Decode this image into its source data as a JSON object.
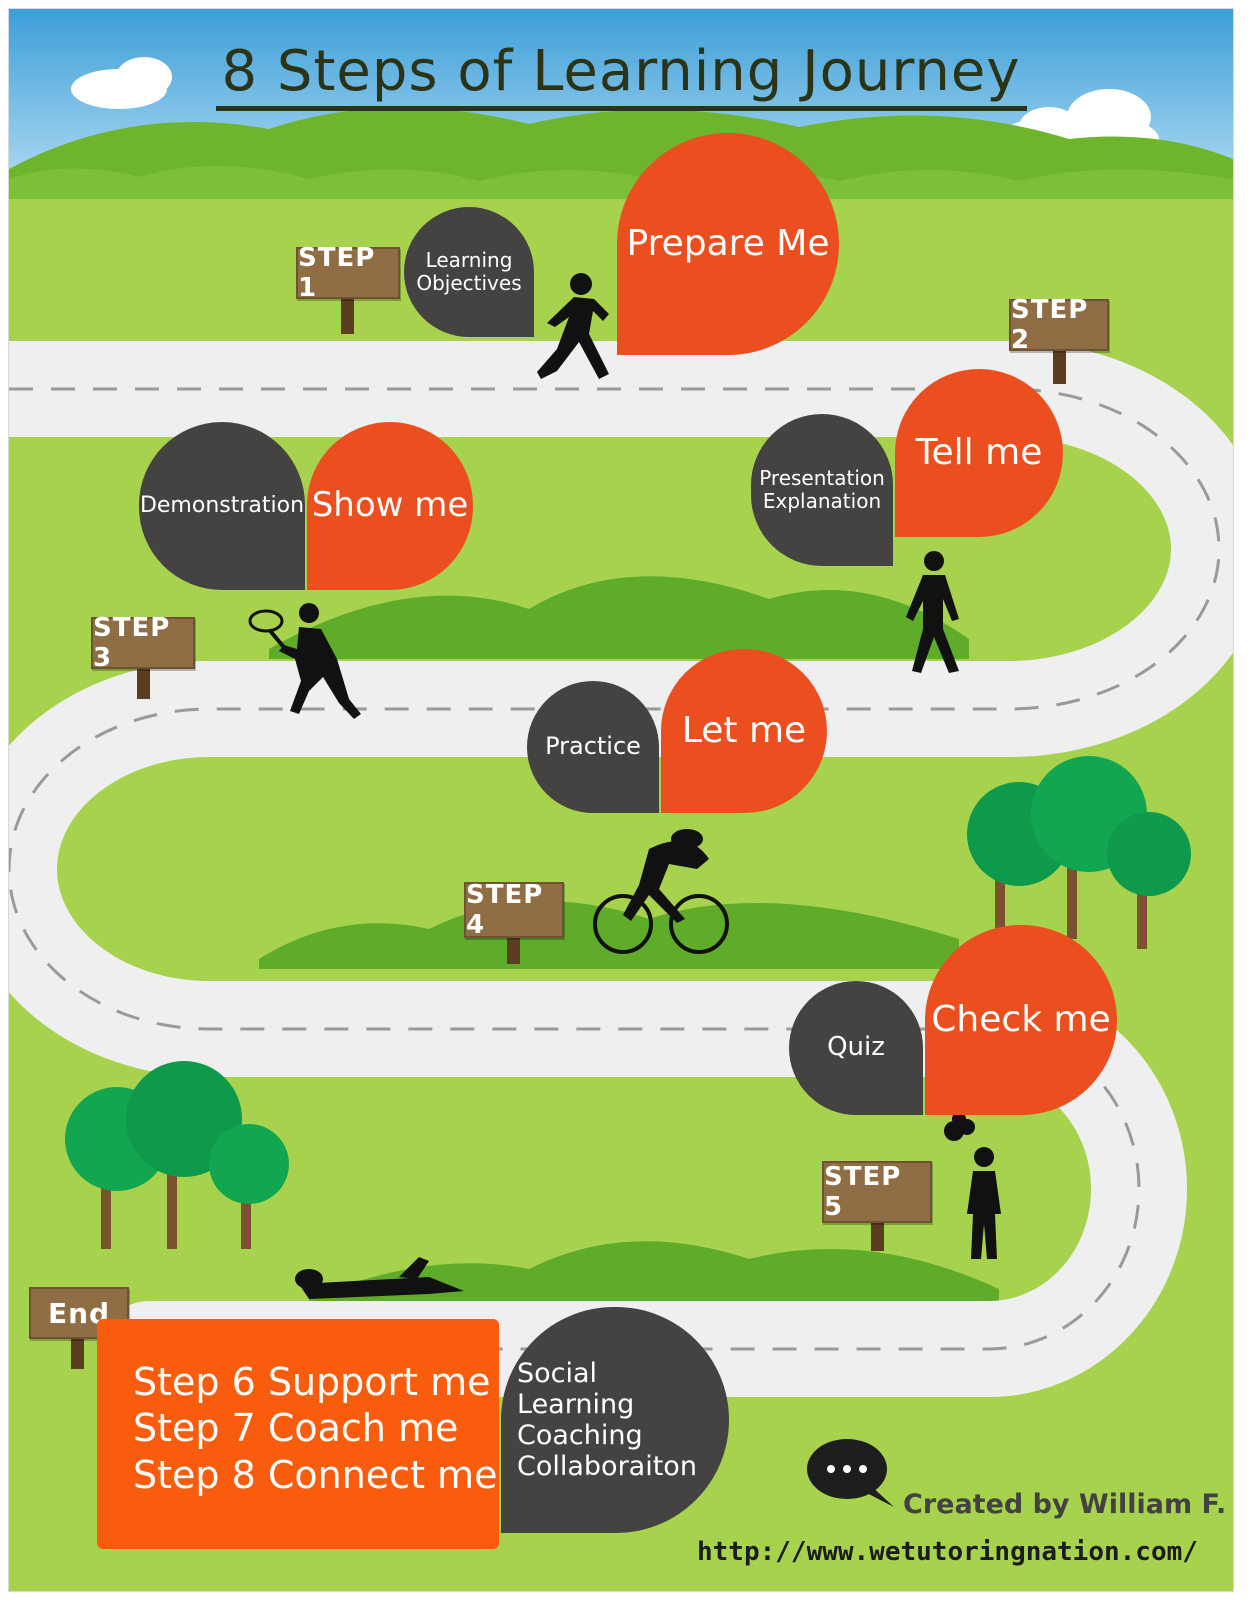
{
  "title": "8 Steps of Learning Journey",
  "colors": {
    "grass": "#a7d24e",
    "road": "#efefef",
    "orange": "#ec4f1f",
    "dark": "#454341",
    "sign_wood": "#8f6e46",
    "banner": "#f95c0c"
  },
  "steps": [
    {
      "sign": "STEP 1",
      "bubble_dark": "Learning Objectives",
      "bubble_orange": "Prepare Me",
      "figure": "running-person-icon"
    },
    {
      "sign": "STEP 2",
      "bubble_dark": "Presentation Explanation",
      "bubble_orange": "Tell me",
      "figure": "walking-person-icon"
    },
    {
      "sign": "STEP 3",
      "bubble_dark": "Demonstration",
      "bubble_orange": "Show me",
      "figure": "tennis-player-icon"
    },
    {
      "sign": "STEP 4",
      "bubble_dark": "Practice",
      "bubble_orange": "Let me",
      "figure": "cyclist-icon"
    },
    {
      "sign": "STEP 5",
      "bubble_dark": "Quiz",
      "bubble_orange": "Check me",
      "figure": "thinking-person-icon"
    }
  ],
  "end": {
    "sign": "End",
    "banner_lines": [
      "Step 6 Support me",
      "Step 7 Coach me",
      "Step 8 Connect me"
    ],
    "bubble_dark": "Social Learning Coaching Collaboraiton",
    "figure": "swimmer-icon"
  },
  "credit": "Created by William F.",
  "url": "http://www.wetutoringnation.com/"
}
